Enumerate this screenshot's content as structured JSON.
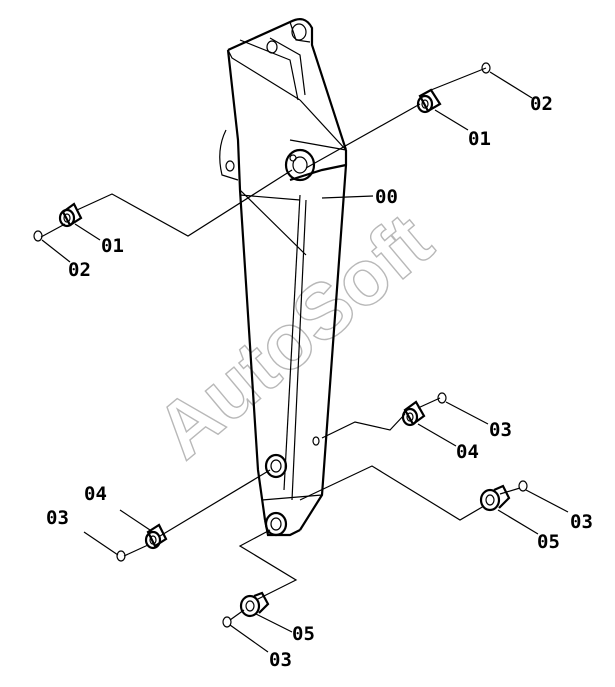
{
  "watermark": "AutoSoft",
  "labels": {
    "part00": "00",
    "part01_right": "01",
    "part02_right": "02",
    "part01_left": "01",
    "part02_left": "02",
    "part03_mid_right": "03",
    "part04_mid_right": "04",
    "part04_left": "04",
    "part03_left": "03",
    "part03_right": "03",
    "part05_right": "05",
    "part05_bottom": "05",
    "part03_bottom": "03"
  },
  "colors": {
    "line": "#000000",
    "watermark": "#b8b8b8",
    "background": "#ffffff"
  }
}
